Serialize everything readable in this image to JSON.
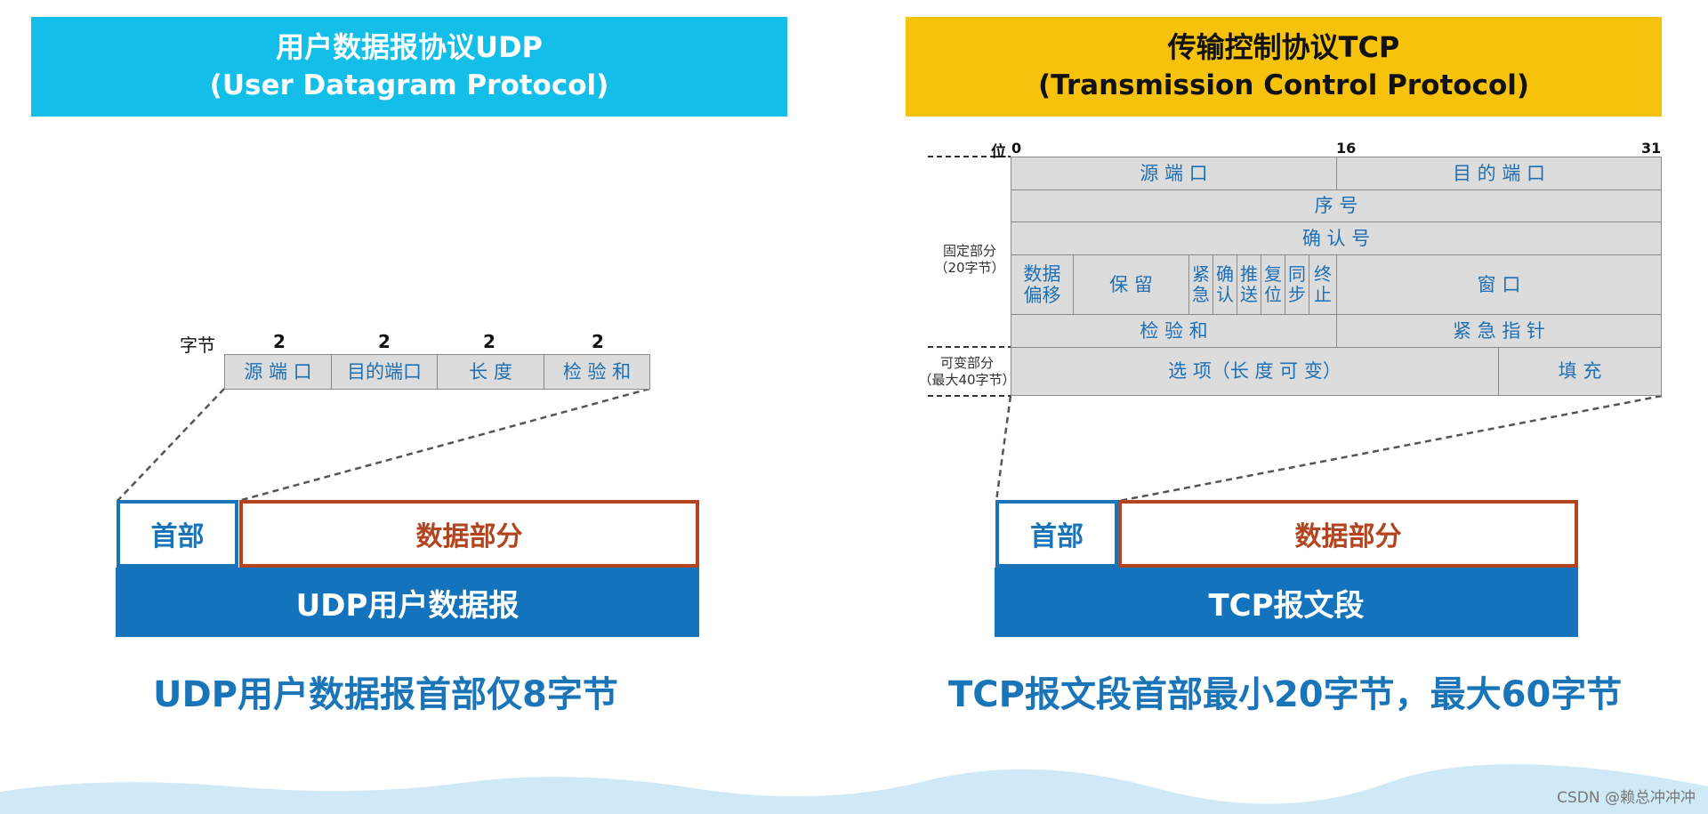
{
  "udp": {
    "title_line1": "用户数据报协议UDP",
    "title_line2": "(User Datagram Protocol)",
    "byte_label": "字节",
    "byte_sizes": [
      "2",
      "2",
      "2",
      "2"
    ],
    "fields": [
      "源 端 口",
      "目的端口",
      "长 度",
      "检 验 和"
    ],
    "head_label": "首部",
    "data_label": "数据部分",
    "bar_label": "UDP用户数据报",
    "caption": "UDP用户数据报首部仅8字节"
  },
  "tcp": {
    "title_line1": "传输控制协议TCP",
    "title_line2": "(Transmission Control Protocol)",
    "bit_label": "位",
    "bit_0": "0",
    "bit_16": "16",
    "bit_31": "31",
    "src_port": "源 端 口",
    "dst_port": "目 的 端 口",
    "seq": "序 号",
    "ack": "确 认 号",
    "data_offset": "数据偏移",
    "reserved": "保 留",
    "flags": [
      "紧急",
      "确认",
      "推送",
      "复位",
      "同步",
      "终止"
    ],
    "window": "窗 口",
    "checksum": "检 验 和",
    "urgent_ptr": "紧 急 指 针",
    "options": "选 项（长 度 可 变）",
    "padding": "填 充",
    "fixed_label": "固定部分",
    "fixed_sub": "（20字节）",
    "var_label": "可变部分",
    "var_sub": "（最大40字节）",
    "head_label": "首部",
    "data_label": "数据部分",
    "bar_label": "TCP报文段",
    "caption": "TCP报文段首部最小20字节，最大60字节"
  },
  "watermark": "CSDN @赖总冲冲冲",
  "colors": {
    "udp_banner": "#13bfe9",
    "tcp_banner": "#f6c20c",
    "header_blue": "#1a74b8",
    "data_red": "#b2451f",
    "bar_blue": "#1373bd",
    "field_gray": "#dcdcdc"
  }
}
